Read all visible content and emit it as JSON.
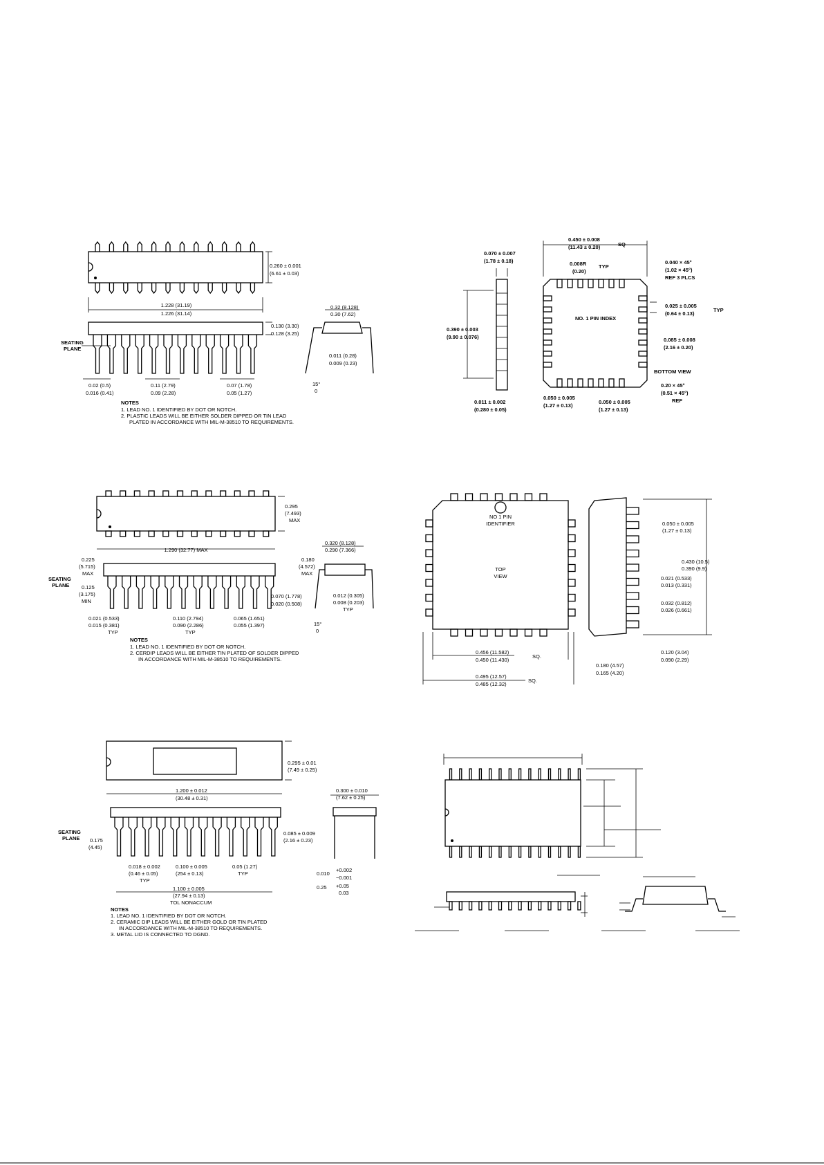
{
  "pkg1": {
    "width": "0.260 ± 0.001",
    "width_mm": "(6.61 ± 0.03)",
    "len_a": "1.228 (31.19)",
    "len_b": "1.226 (31.14)",
    "h_a": "0.130 (3.30)",
    "h_b": "0.128 (3.25)",
    "row_a": "0.32 (8.128)",
    "row_b": "0.30 (7.62)",
    "seating": "SEATING\nPLANE",
    "lead_a": "0.02 (0.5)",
    "lead_b": "0.016 (0.41)",
    "pitch_a": "0.11 (2.79)",
    "pitch_b": "0.09 (2.28)",
    "sh_a": "0.07 (1.78)",
    "sh_b": "0.05 (1.27)",
    "thk_a": "0.011 (0.28)",
    "thk_b": "0.009 (0.23)",
    "ang": "15°",
    "ang0": "0",
    "notes_h": "NOTES",
    "note1": "1. LEAD NO. 1 IDENTIFIED BY DOT OR NOTCH.",
    "note2": "2. PLASTIC LEADS WILL BE EITHER SOLDER DIPPED OR TIN LEAD",
    "note2b": "PLATED IN ACCORDANCE WITH MIL-M-38510 TO REQUIREMENTS."
  },
  "pkg2": {
    "sq_a": "0.450 ± 0.008",
    "sq_b": "(11.43 ± 0.20)",
    "sq": "SQ",
    "t_a": "0.070 ± 0.007",
    "t_b": "(1.78 ± 0.18)",
    "r_a": "0.008R",
    "r_b": "(0.20)",
    "typ": "TYP",
    "ch_a": "0.040 × 45°",
    "ch_b": "(1.02 × 45°)",
    "ch_c": "REF 3 PLCS",
    "h_a": "0.390 ± 0.003",
    "h_b": "(9.90 ± 0.076)",
    "idx": "NO. 1 PIN INDEX",
    "pw_a": "0.025 ± 0.005",
    "pw_b": "(0.64 ± 0.13)",
    "pl_a": "0.085 ± 0.008",
    "pl_b": "(2.16 ± 0.20)",
    "bv": "BOTTOM VIEW",
    "c2_a": "0.20 × 45°",
    "c2_b": "(0.51 × 45°)",
    "c2_c": "REF",
    "g_a": "0.011 ± 0.002",
    "g_b": "(0.280 ± 0.05)",
    "p_a": "0.050 ± 0.005",
    "p_b": "(1.27 ± 0.13)"
  },
  "pkg3": {
    "w_a": "0.295",
    "w_b": "(7.493)",
    "w_c": "MAX",
    "len": "1.290 (32.77) MAX",
    "row_a": "0.320 (8.128)",
    "row_b": "0.290 (7.366)",
    "h1_a": "0.225",
    "h1_b": "(5.715)",
    "h1_c": "MAX",
    "h2_a": "0.180",
    "h2_b": "(4.572)",
    "h2_c": "MAX",
    "seating": "SEATING\nPLANE",
    "m_a": "0.125",
    "m_b": "(3.175)",
    "m_c": "MIN",
    "s_a": "0.070 (1.778)",
    "s_b": "0.020 (0.508)",
    "k_a": "0.012 (0.305)",
    "k_b": "0.008 (0.203)",
    "typ": "TYP",
    "l_a": "0.021 (0.533)",
    "l_b": "0.015 (0.381)",
    "pt_a": "0.110 (2.794)",
    "pt_b": "0.090 (2.286)",
    "sh_a": "0.065 (1.651)",
    "sh_b": "0.055 (1.397)",
    "ang": "15°",
    "ang0": "0",
    "notes_h": "NOTES",
    "note1": "1. LEAD NO. 1 IDENTIFIED BY DOT OR NOTCH.",
    "note2": "2. CERDIP LEADS WILL BE EITHER TIN PLATED OF SOLDER DIPPED",
    "note2b": "IN ACCORDANCE WITH MIL-M-38510 TO REQUIREMENTS."
  },
  "pkg4": {
    "id_a": "NO 1 PIN",
    "id_b": "IDENTIFIER",
    "tv_a": "TOP",
    "tv_b": "VIEW",
    "p_a": "0.050 ± 0.005",
    "p_b": "(1.27 ± 0.13)",
    "h_a": "0.430 (10.5)",
    "h_b": "0.390 (9.9)",
    "w_a": "0.021 (0.533)",
    "w_b": "0.013 (0.331)",
    "sh_a": "0.032 (0.812)",
    "sh_b": "0.026 (0.661)",
    "in_a": "0.456 (11.582)",
    "in_b": "0.450 (11.430)",
    "sq": "SQ.",
    "out_a": "0.495 (12.57)",
    "out_b": "0.485 (12.32)",
    "bh_a": "0.180 (4.57)",
    "bh_b": "0.165 (4.20)",
    "st_a": "0.120 (3.04)",
    "st_b": "0.090 (2.29)"
  },
  "pkg5": {
    "w_a": "0.295 ± 0.01",
    "w_b": "(7.49 ± 0.25)",
    "len_a": "1.200 ± 0.012",
    "len_b": "(30.48 ± 0.31)",
    "row_a": "0.300 ± 0.010",
    "row_b": "(7.62 ± 0.25)",
    "seating": "SEATING\nPLANE",
    "h_a": "0.175",
    "h_b": "(4.45)",
    "bh_a": "0.085 ± 0.009",
    "bh_b": "(2.16 ± 0.23)",
    "l_a": "0.018 ± 0.002",
    "l_b": "(0.46 ± 0.05)",
    "typ": "TYP",
    "p_a": "0.100 ± 0.005",
    "p_b": "(254 ± 0.13)",
    "e_a": "0.05 (1.27)",
    "tot_a": "1.100 ± 0.005",
    "tot_b": "(27.94 ± 0.13)",
    "tol": "TOL NONACCUM",
    "k_a": "0.010",
    "k_b": "+0.002",
    "k_c": "−0.001",
    "k_d": "0.25",
    "k_e": "+0.05",
    "k_f": "0.03",
    "notes_h": "NOTES",
    "note1": "1. LEAD NO. 1 IDENTIFIED BY DOT OR NOTCH.",
    "note2": "2. CERAMIC DIP LEADS WILL BE EITHER GOLD OR TIN PLATED",
    "note2b": "IN ACCORDANCE WITH MIL-M-38510 TO REQUIREMENTS.",
    "note3": "3. METAL LID IS CONNECTED TO DGND."
  }
}
